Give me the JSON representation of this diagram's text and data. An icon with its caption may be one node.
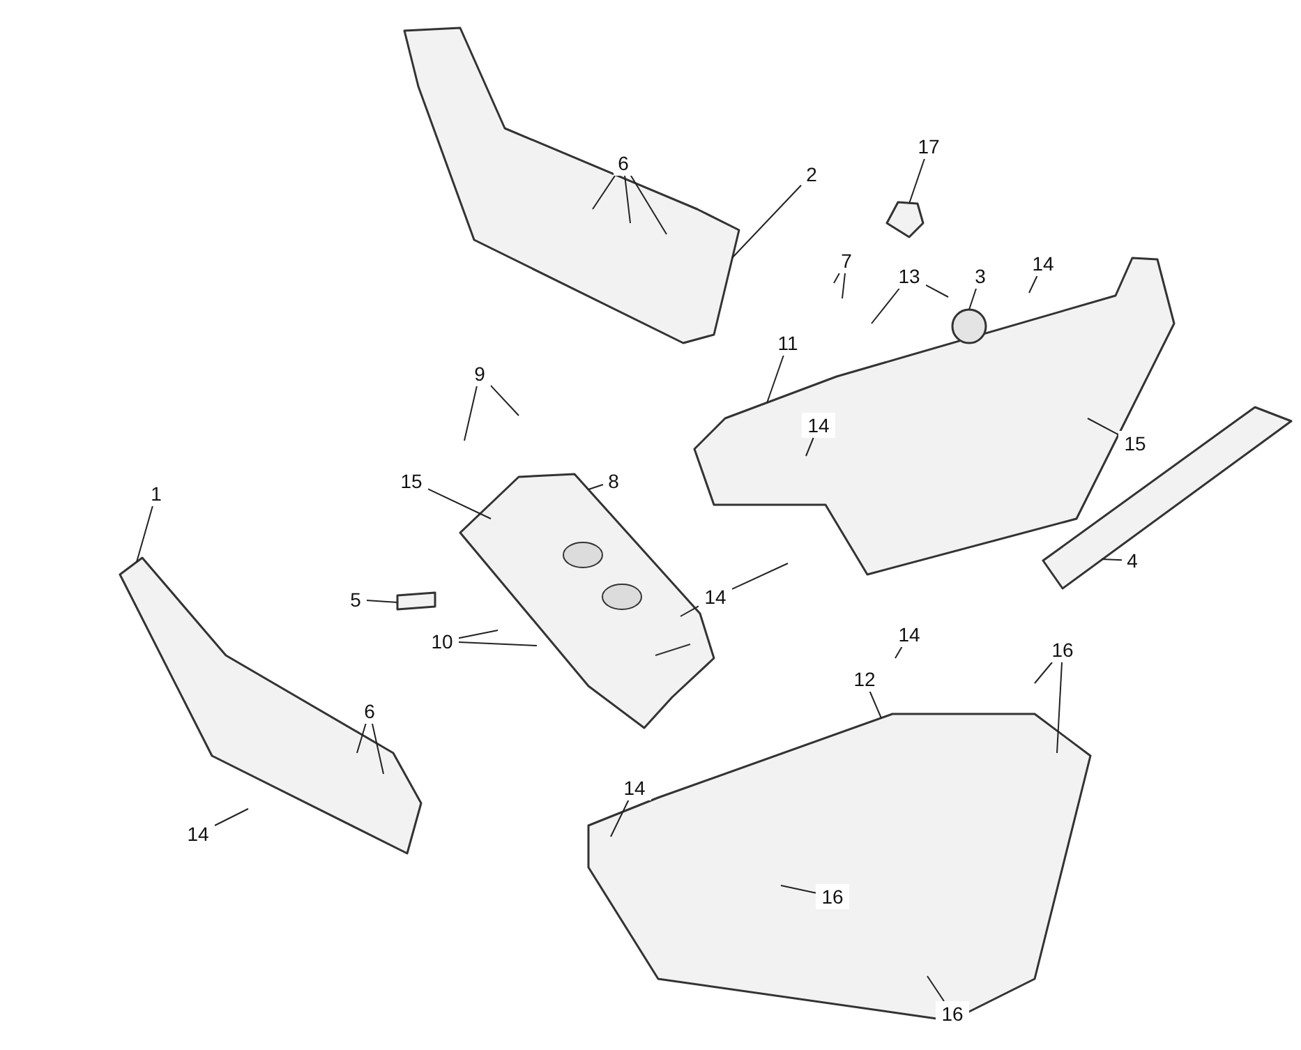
{
  "diagram": {
    "nodes": [
      {
        "text": [
          "17"
        ]
      },
      {
        "text": [
          "6"
        ]
      },
      {
        "text": [
          "2"
        ]
      },
      {
        "text": [
          "7"
        ]
      },
      {
        "text": [
          "14"
        ]
      },
      {
        "text": [
          "13"
        ]
      },
      {
        "text": [
          "3"
        ]
      },
      {
        "text": [
          "11"
        ]
      },
      {
        "text": [
          "9"
        ]
      },
      {
        "text": [
          "14"
        ],
        "in": 27
      },
      {
        "text": [
          "15"
        ]
      },
      {
        "text": [
          "15"
        ]
      },
      {
        "text": [
          "1"
        ]
      },
      {
        "text": [
          "8"
        ]
      },
      {
        "text": [
          "4"
        ]
      },
      {
        "text": [
          "14"
        ]
      },
      {
        "text": [
          "5"
        ]
      },
      {
        "text": [
          "14"
        ]
      },
      {
        "text": [
          "10"
        ]
      },
      {
        "text": [
          "16"
        ]
      },
      {
        "text": [
          "12"
        ]
      },
      {
        "text": [
          "6"
        ]
      },
      {
        "text": [
          "14"
        ]
      },
      {
        "text": [
          "14"
        ]
      },
      {
        "text": [
          "16"
        ],
        "in": 31
      },
      {
        "text": [
          "16"
        ]
      },
      {
        "text": [],
        "shape": "picture"
      },
      {
        "text": [],
        "shape": "picture"
      },
      {
        "text": [],
        "shape": "picture"
      },
      {
        "text": [],
        "shape": "picture"
      },
      {
        "text": [],
        "shape": "picture"
      },
      {
        "text": [],
        "shape": "picture"
      },
      {
        "text": [],
        "shape": "box"
      },
      {
        "text": [],
        "shape": "picture"
      },
      {
        "text": [],
        "shape": "circle"
      }
    ],
    "edges": [
      {
        "from": 0,
        "to": 33,
        "arrow": "none"
      },
      {
        "from": 1,
        "to": 26,
        "arrow": "none"
      },
      {
        "from": 1,
        "to": 26,
        "arrow": "none"
      },
      {
        "from": 1,
        "to": 26,
        "arrow": "none"
      },
      {
        "from": 2,
        "to": 26,
        "arrow": "none"
      },
      {
        "from": 3,
        "to": null,
        "arrow": "none"
      },
      {
        "from": 3,
        "to": null,
        "arrow": "none"
      },
      {
        "from": 4,
        "to": null,
        "arrow": "none"
      },
      {
        "from": 5,
        "to": null,
        "arrow": "none"
      },
      {
        "from": 5,
        "to": null,
        "arrow": "none"
      },
      {
        "from": 6,
        "to": 34,
        "arrow": "none"
      },
      {
        "from": 7,
        "to": 27,
        "arrow": "none"
      },
      {
        "from": 8,
        "to": null,
        "arrow": "none"
      },
      {
        "from": 8,
        "to": null,
        "arrow": "none"
      },
      {
        "from": 9,
        "to": 27,
        "arrow": "none"
      },
      {
        "from": 10,
        "to": 27,
        "arrow": "none"
      },
      {
        "from": 11,
        "to": 29,
        "arrow": "none"
      },
      {
        "from": 12,
        "to": 30,
        "arrow": "none"
      },
      {
        "from": 13,
        "to": 29,
        "arrow": "none"
      },
      {
        "from": 14,
        "to": 28,
        "arrow": "none"
      },
      {
        "from": 15,
        "to": 29,
        "arrow": "none"
      },
      {
        "from": 15,
        "to": null,
        "arrow": "none"
      },
      {
        "from": 16,
        "to": 32,
        "arrow": "none"
      },
      {
        "from": 17,
        "to": null,
        "arrow": "none"
      },
      {
        "from": 18,
        "to": null,
        "arrow": "none"
      },
      {
        "from": 18,
        "to": 29,
        "arrow": "none"
      },
      {
        "from": 19,
        "to": null,
        "arrow": "none"
      },
      {
        "from": 19,
        "to": 31,
        "arrow": "none"
      },
      {
        "from": 20,
        "to": 31,
        "arrow": "none"
      },
      {
        "from": 21,
        "to": 30,
        "arrow": "none"
      },
      {
        "from": 21,
        "to": 30,
        "arrow": "none"
      },
      {
        "from": 22,
        "to": 31,
        "arrow": "none"
      },
      {
        "from": 23,
        "to": null,
        "arrow": "none"
      },
      {
        "from": 24,
        "to": 31,
        "arrow": "none"
      },
      {
        "from": 25,
        "to": 31,
        "arrow": "none"
      }
    ]
  }
}
